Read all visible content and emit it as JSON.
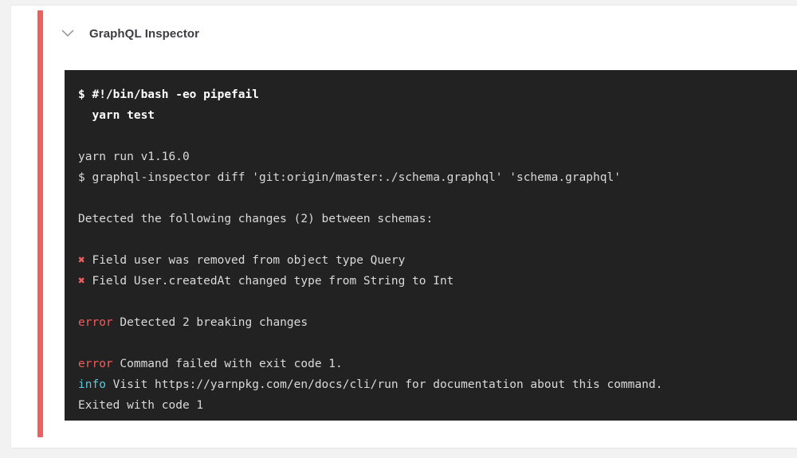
{
  "page": {
    "background_color": "#f2f2f3"
  },
  "card": {
    "background_color": "#ffffff",
    "status_bar": {
      "name": "failed-status-bar",
      "color": "#ec6060"
    }
  },
  "header": {
    "collapse_icon": "chevron-down-icon",
    "title": "GraphQL Inspector"
  },
  "terminal": {
    "background_color": "#222222",
    "text_color": "#dadada",
    "error_color": "#ef5e5e",
    "info_color": "#5dc6d8",
    "cross_color": "#ef5f5f",
    "lines": [
      {
        "id": 0,
        "type": "command",
        "bold": true,
        "text": "$ #!/bin/bash -eo pipefail"
      },
      {
        "id": 1,
        "type": "command",
        "bold": true,
        "text": "  yarn test"
      },
      {
        "id": 2,
        "type": "blank",
        "bold": false,
        "text": ""
      },
      {
        "id": 3,
        "type": "output",
        "bold": false,
        "text": "yarn run v1.16.0"
      },
      {
        "id": 4,
        "type": "output",
        "bold": false,
        "text": "$ graphql-inspector diff 'git:origin/master:./schema.graphql' 'schema.graphql'"
      },
      {
        "id": 5,
        "type": "blank",
        "bold": false,
        "text": ""
      },
      {
        "id": 6,
        "type": "output",
        "bold": false,
        "text": "Detected the following changes (2) between schemas:"
      },
      {
        "id": 7,
        "type": "blank",
        "bold": false,
        "text": ""
      },
      {
        "id": 8,
        "type": "change",
        "bold": false,
        "marker": "✖",
        "text": " Field user was removed from object type Query"
      },
      {
        "id": 9,
        "type": "change",
        "bold": false,
        "marker": "✖",
        "text": " Field User.createdAt changed type from String to Int"
      },
      {
        "id": 10,
        "type": "blank",
        "bold": false,
        "text": ""
      },
      {
        "id": 11,
        "type": "error",
        "bold": false,
        "label": "error",
        "text": " Detected 2 breaking changes"
      },
      {
        "id": 12,
        "type": "blank",
        "bold": false,
        "text": ""
      },
      {
        "id": 13,
        "type": "error",
        "bold": false,
        "label": "error",
        "text": " Command failed with exit code 1."
      },
      {
        "id": 14,
        "type": "info",
        "bold": false,
        "label": "info",
        "text": " Visit https://yarnpkg.com/en/docs/cli/run for documentation about this command."
      },
      {
        "id": 15,
        "type": "output",
        "bold": false,
        "text": "Exited with code 1"
      }
    ]
  }
}
